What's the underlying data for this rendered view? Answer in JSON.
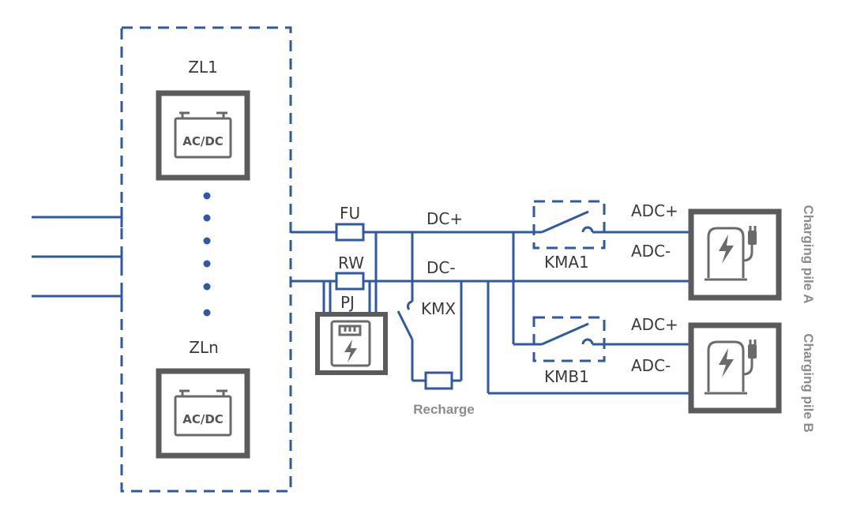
{
  "colors": {
    "wire": "#2f5aa3",
    "box": "#5b5b5b",
    "icon": "#6a6a6a",
    "gray_text": "#8c8c8c"
  },
  "modules": {
    "top_label": "ZL1",
    "bottom_label": "ZLn",
    "module_text": "AC/DC"
  },
  "bus": {
    "fuse": "FU",
    "resistor": "RW",
    "meter": "PJ",
    "dc_plus": "DC+",
    "dc_minus": "DC-"
  },
  "recharge": {
    "contactor": "KMX",
    "label": "Recharge"
  },
  "pile_a": {
    "contactor": "KMA1",
    "plus": "ADC+",
    "minus": "ADC-",
    "label": "Charging pile A"
  },
  "pile_b": {
    "contactor": "KMB1",
    "plus": "ADC+",
    "minus": "ADC-",
    "label": "Charging pile B"
  },
  "icons": [
    "battery-icon",
    "power-meter-icon",
    "ev-charger-icon"
  ]
}
